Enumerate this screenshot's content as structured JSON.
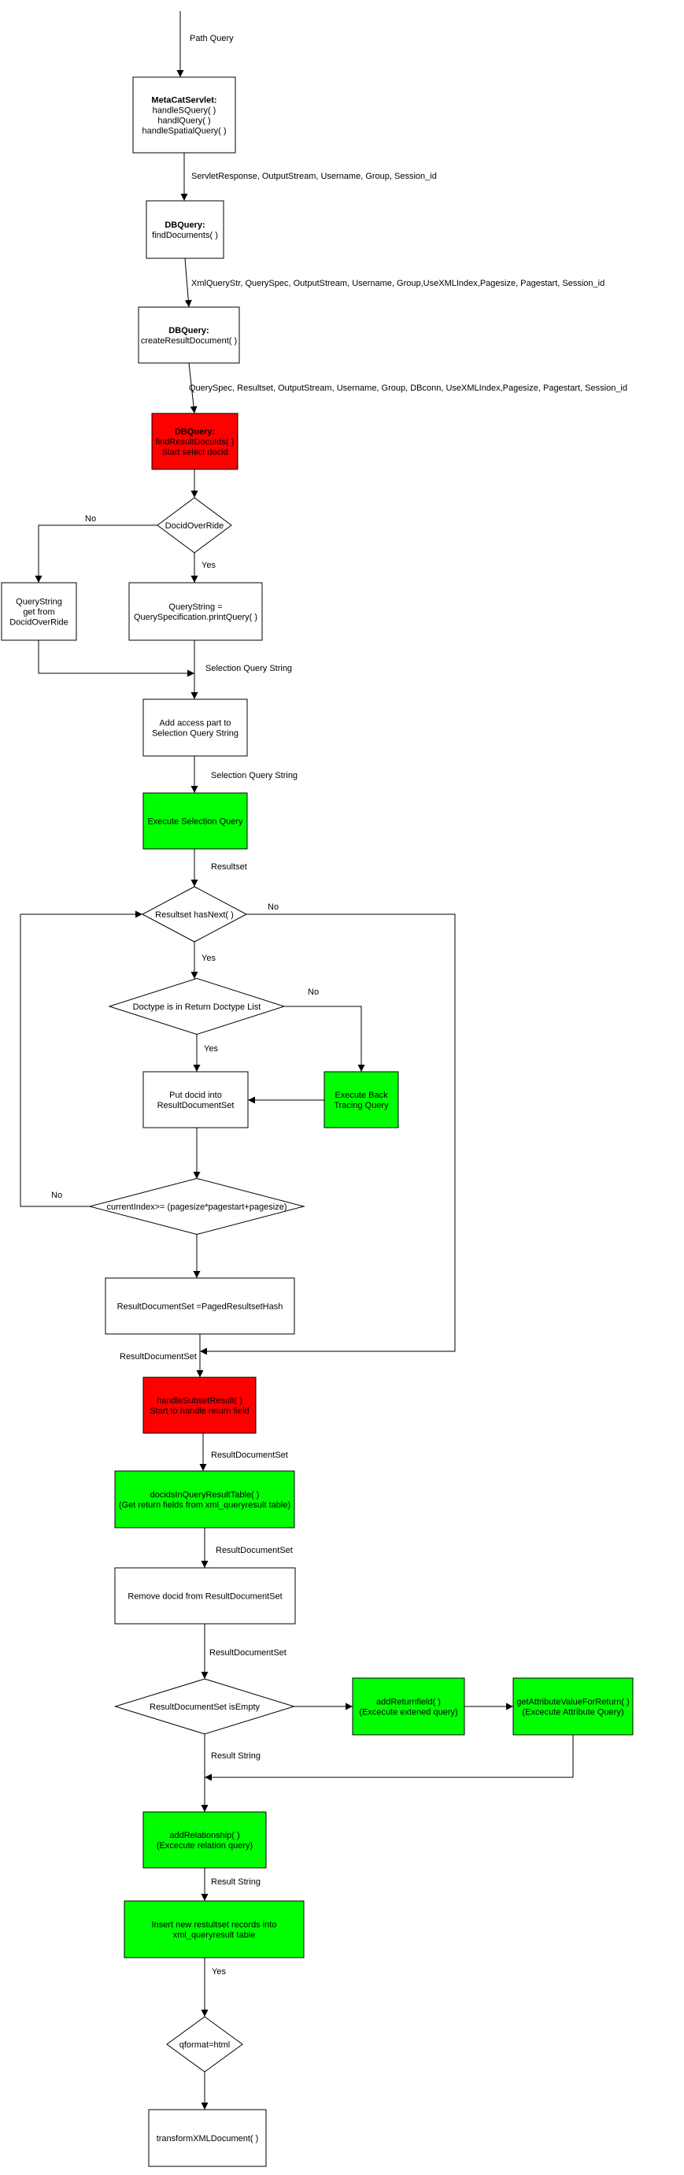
{
  "colors": {
    "red": "#ff0000",
    "green": "#00ff00",
    "white": "#ffffff",
    "stroke": "#000000"
  },
  "nodes": [
    {
      "id": "servlet",
      "shape": "rect",
      "fill": "white",
      "lines": [
        "MetaCatServlet:",
        "handleSQuery( )",
        "handlQuery( )",
        "handleSpatialQuery( )"
      ],
      "bold_first": true
    },
    {
      "id": "dbquery-find",
      "shape": "rect",
      "fill": "white",
      "lines": [
        "DBQuery:",
        "findDocuments( )"
      ],
      "bold_first": true
    },
    {
      "id": "dbquery-create",
      "shape": "rect",
      "fill": "white",
      "lines": [
        "DBQuery:",
        "createResultDocument( )"
      ],
      "bold_first": true
    },
    {
      "id": "dbquery-result",
      "shape": "rect",
      "fill": "red",
      "lines": [
        "DBQuery:",
        "findResultDocuIds( )",
        "Start select docid"
      ],
      "bold_first": true
    },
    {
      "id": "docid-override",
      "shape": "diamond",
      "fill": "white",
      "lines": [
        "DocidOverRide"
      ]
    },
    {
      "id": "querystring-override",
      "shape": "rect",
      "fill": "white",
      "lines": [
        "QueryString",
        "get from",
        "DocidOverRide"
      ]
    },
    {
      "id": "querystring-print",
      "shape": "rect",
      "fill": "white",
      "lines": [
        "QueryString =",
        "QuerySpecification.printQuery( )"
      ]
    },
    {
      "id": "add-access",
      "shape": "rect",
      "fill": "white",
      "lines": [
        "Add access part to",
        "Selection Query String"
      ]
    },
    {
      "id": "execute-selection",
      "shape": "rect",
      "fill": "green",
      "lines": [
        "Execute Selection Query"
      ]
    },
    {
      "id": "resultset-hasnext",
      "shape": "diamond",
      "fill": "white",
      "lines": [
        "Resultset hasNext( )"
      ]
    },
    {
      "id": "doctype-check",
      "shape": "diamond",
      "fill": "white",
      "lines": [
        "Doctype is in Return Doctype List"
      ]
    },
    {
      "id": "put-docid",
      "shape": "rect",
      "fill": "white",
      "lines": [
        "Put docid into",
        "ResultDocumentSet"
      ]
    },
    {
      "id": "back-tracing",
      "shape": "rect",
      "fill": "green",
      "lines": [
        "Execute Back",
        "Tracing Query"
      ]
    },
    {
      "id": "currentindex-check",
      "shape": "diamond",
      "fill": "white",
      "lines": [
        "currentIndex>= (pagesize*pagestart+pagesize)"
      ]
    },
    {
      "id": "paged-hash",
      "shape": "rect",
      "fill": "white",
      "lines": [
        "ResultDocumentSet =PagedResultsetHash"
      ]
    },
    {
      "id": "handle-subset",
      "shape": "rect",
      "fill": "red",
      "lines": [
        "handleSubsetResult( )",
        "Start to handle return field"
      ]
    },
    {
      "id": "docids-in-table",
      "shape": "rect",
      "fill": "green",
      "lines": [
        "docidsInQueryResultTable( )",
        "(Get return fields from xml_queryresult table)"
      ]
    },
    {
      "id": "remove-docid",
      "shape": "rect",
      "fill": "white",
      "lines": [
        "Remove docid from ResultDocumentSet"
      ]
    },
    {
      "id": "resultset-isempty",
      "shape": "diamond",
      "fill": "white",
      "lines": [
        "ResultDocumentSet isEmpty"
      ]
    },
    {
      "id": "add-returnfield",
      "shape": "rect",
      "fill": "green",
      "lines": [
        "addReturnfield( )",
        "(Excecute extened query)"
      ]
    },
    {
      "id": "get-attribute",
      "shape": "rect",
      "fill": "green",
      "lines": [
        "getAttributeValueForReturn( )",
        "(Excecute Attribute Query)"
      ]
    },
    {
      "id": "add-relationship",
      "shape": "rect",
      "fill": "green",
      "lines": [
        "addRelationship( )",
        "(Excecute relation query)"
      ]
    },
    {
      "id": "insert-records",
      "shape": "rect",
      "fill": "green",
      "lines": [
        "Insert new restultset records into",
        "xml_queryresult table"
      ]
    },
    {
      "id": "qformat-check",
      "shape": "diamond",
      "fill": "white",
      "lines": [
        "qformat=html"
      ]
    },
    {
      "id": "transform-xml",
      "shape": "rect",
      "fill": "white",
      "lines": [
        "transformXMLDocument( )"
      ]
    }
  ],
  "edge_labels": [
    {
      "id": "path-query",
      "text": "Path Query"
    },
    {
      "id": "servlet-response",
      "text": "ServletResponse, OutputStream,  Username, Group, Session_id"
    },
    {
      "id": "xml-query-str",
      "text": "XmlQueryStr, QuerySpec, OutputStream, Username, Group,UseXMLIndex,Pagesize, Pagestart, Session_id"
    },
    {
      "id": "query-spec",
      "text": "QuerySpec, Resultset, OutputStream, Username, Group, DBconn, UseXMLIndex,Pagesize, Pagestart, Session_id"
    },
    {
      "id": "override-no",
      "text": "No"
    },
    {
      "id": "override-yes",
      "text": "Yes"
    },
    {
      "id": "selection-query-1",
      "text": "Selection Query String"
    },
    {
      "id": "selection-query-2",
      "text": "Selection Query String"
    },
    {
      "id": "resultset",
      "text": "Resultset"
    },
    {
      "id": "hasnext-no",
      "text": "No"
    },
    {
      "id": "hasnext-yes",
      "text": "Yes"
    },
    {
      "id": "doctype-no",
      "text": "No"
    },
    {
      "id": "doctype-yes",
      "text": "Yes"
    },
    {
      "id": "currentindex-no",
      "text": "No"
    },
    {
      "id": "result-document-set-1",
      "text": "ResultDocumentSet"
    },
    {
      "id": "result-document-set-2",
      "text": "ResultDocumentSet"
    },
    {
      "id": "result-document-set-3",
      "text": "ResultDocumentSet"
    },
    {
      "id": "result-document-set-4",
      "text": "ResultDocumentSet"
    },
    {
      "id": "result-string-1",
      "text": "Result String"
    },
    {
      "id": "result-string-2",
      "text": "Result String"
    },
    {
      "id": "insert-yes",
      "text": "Yes"
    }
  ]
}
